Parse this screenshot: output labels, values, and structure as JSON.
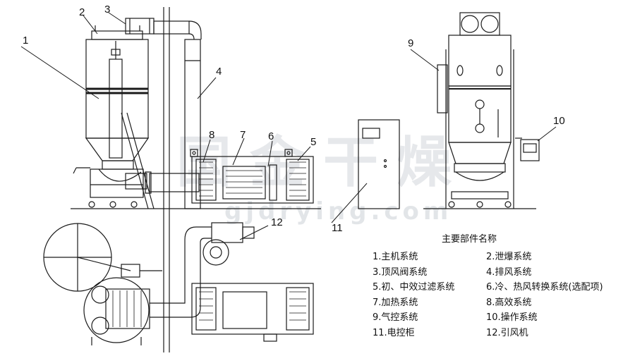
{
  "callouts": [
    "1",
    "2",
    "3",
    "4",
    "5",
    "6",
    "7",
    "8",
    "9",
    "10",
    "11",
    "12"
  ],
  "legend": {
    "title": "主要部件名称",
    "items": [
      [
        "1.主机系统",
        "2.泄爆系统"
      ],
      [
        "3.顶风阀系统",
        "4.排风系统"
      ],
      [
        "5.初、中效过滤系统",
        "6.冷、热风转换系统(选配项)"
      ],
      [
        "7.加热系统",
        "8.高效系统"
      ],
      [
        "9.气控系统",
        "10.操作系统"
      ],
      [
        "11.电控柜",
        "12.引风机"
      ]
    ]
  },
  "watermark": {
    "text": "国金干燥",
    "url": "gjdrying.com"
  },
  "colors": {
    "line": "#1a1a1a",
    "accent": "#555555"
  }
}
